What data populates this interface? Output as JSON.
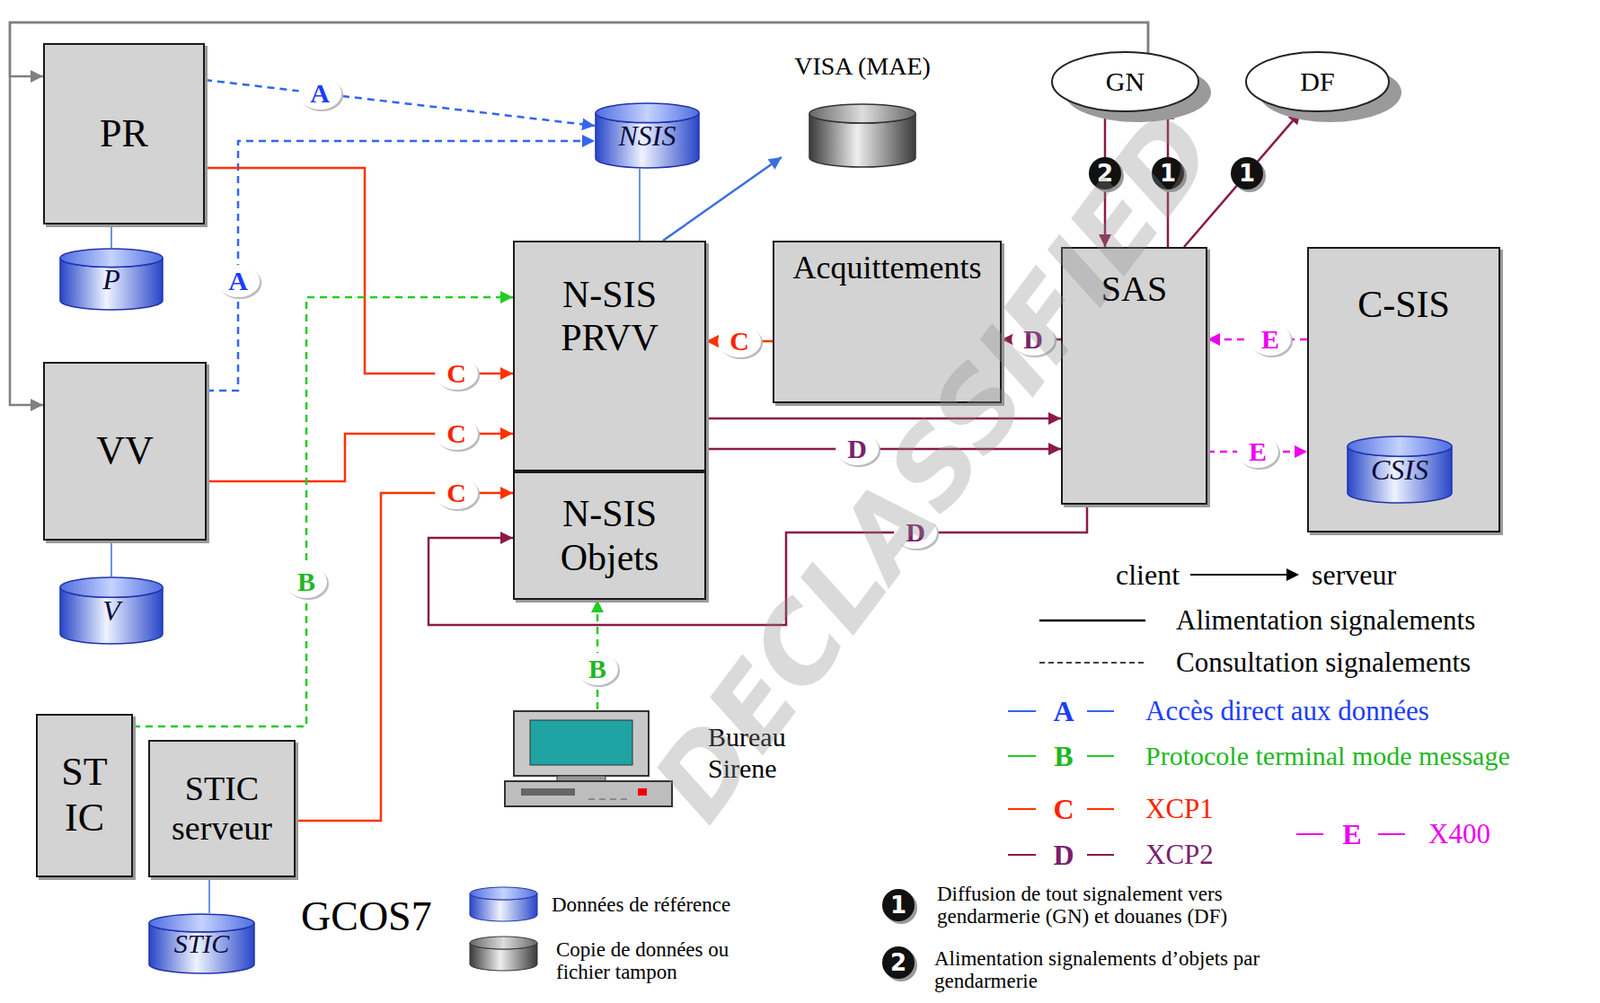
{
  "diagram": {
    "nodes": [
      {
        "text": [
          "GCOS7"
        ]
      },
      {
        "text": [
          "PR"
        ],
        "in": 0
      },
      {
        "text": [
          "P"
        ],
        "in": 0
      },
      {
        "text": [
          "NSIS"
        ],
        "in": 0
      },
      {
        "text": [
          "VV"
        ],
        "in": 0
      },
      {
        "text": [
          "V"
        ],
        "in": 0
      },
      {
        "text": [
          "N-SIS PRVV"
        ],
        "in": 0
      },
      {
        "text": [
          "N-SIS Objets"
        ],
        "in": 0
      },
      {
        "text": [
          "Acquittements"
        ],
        "in": 0
      },
      {
        "text": [
          "STIC serveur"
        ],
        "in": 0
      },
      {
        "text": [
          "STIC"
        ],
        "in": 0
      },
      {
        "text": [
          "ST IC"
        ]
      },
      {
        "text": [
          "VISA (MAE)"
        ]
      },
      {
        "text": [
          "GN"
        ]
      },
      {
        "text": [
          "DF"
        ]
      },
      {
        "text": [
          "SAS"
        ]
      },
      {
        "text": [
          "C-SIS"
        ]
      },
      {
        "text": [
          "CSIS"
        ],
        "in": 16
      },
      {
        "text": [
          "Bureau Sirene"
        ]
      }
    ],
    "edges": [
      {
        "from": 13,
        "to": 1,
        "arrow": "to"
      },
      {
        "from": 13,
        "to": 4,
        "arrow": "to"
      },
      {
        "from": 1,
        "to": 3,
        "label": "A",
        "arrow": "to"
      },
      {
        "from": 4,
        "to": 3,
        "label": "A",
        "arrow": "to"
      },
      {
        "from": 1,
        "to": 6,
        "label": "C",
        "arrow": "to"
      },
      {
        "from": 4,
        "to": 6,
        "label": "C",
        "arrow": "to"
      },
      {
        "from": 9,
        "to": 7,
        "label": "C",
        "arrow": "to"
      },
      {
        "from": 8,
        "to": 6,
        "label": "C",
        "arrow": "to"
      },
      {
        "from": 11,
        "to": 6,
        "label": "B",
        "arrow": "to"
      },
      {
        "from": 18,
        "to": 7,
        "label": "B",
        "arrow": "to"
      },
      {
        "from": 15,
        "to": 8,
        "label": "D",
        "arrow": "to"
      },
      {
        "from": 6,
        "to": 15,
        "arrow": "to"
      },
      {
        "from": 6,
        "to": 15,
        "label": "D",
        "arrow": "to"
      },
      {
        "from": 15,
        "to": 7,
        "label": "D",
        "arrow": "to"
      },
      {
        "from": 16,
        "to": 15,
        "label": "E",
        "arrow": "to"
      },
      {
        "from": 15,
        "to": 16,
        "label": "E",
        "arrow": "to"
      },
      {
        "from": 6,
        "to": 12,
        "arrow": "to"
      },
      {
        "from": 3,
        "to": 6,
        "arrow": "none"
      },
      {
        "from": 1,
        "to": 2,
        "arrow": "none"
      },
      {
        "from": 4,
        "to": 5,
        "arrow": "none"
      },
      {
        "from": 9,
        "to": 10,
        "arrow": "none"
      },
      {
        "from": 13,
        "to": 15,
        "label": "2",
        "arrow": "to"
      },
      {
        "from": 15,
        "to": 13,
        "label": "1",
        "arrow": "to"
      },
      {
        "from": 15,
        "to": 14,
        "label": "1",
        "arrow": "to"
      }
    ],
    "labels": [
      "DECLASSIFIED",
      "client",
      "serveur",
      "A",
      "B",
      "C",
      "D",
      "E",
      "1",
      "2"
    ],
    "legend": [
      {
        "text": "Alimentation signalements"
      },
      {
        "text": "Consultation signalements"
      },
      {
        "text": "Accès direct aux données"
      },
      {
        "text": "Protocole terminal mode message"
      },
      {
        "text": "XCP1"
      },
      {
        "text": "XCP2"
      },
      {
        "text": "X400"
      },
      {
        "text": "Données de référence"
      },
      {
        "text": "Copie de données ou fichier tampon"
      },
      {
        "text": "Diffusion de tout signalement vers gendarmerie (GN) et douanes (DF)"
      },
      {
        "text": "Alimentation signalements d’objets par gendarmerie"
      }
    ]
  }
}
